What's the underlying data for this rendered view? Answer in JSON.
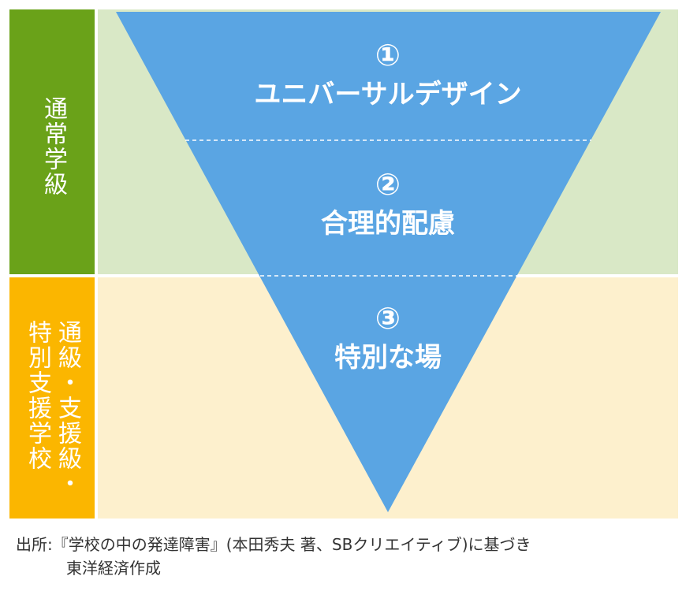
{
  "left_labels": {
    "top": "通常学級",
    "bottom": "通級・支援級・特別支援学校"
  },
  "tiers": [
    {
      "number": "①",
      "label": "ユニバーサルデザイン"
    },
    {
      "number": "②",
      "label": "合理的配慮"
    },
    {
      "number": "③",
      "label": "特別な場"
    }
  ],
  "caption": {
    "line1": "出所:『学校の中の発達障害』(本田秀夫 著、SBクリエイティブ)に基づき",
    "line2": "東洋経済作成"
  },
  "colors": {
    "triangle": "#5aa5e3",
    "regular_label": "#6aa219",
    "special_label": "#fbb600"
  }
}
